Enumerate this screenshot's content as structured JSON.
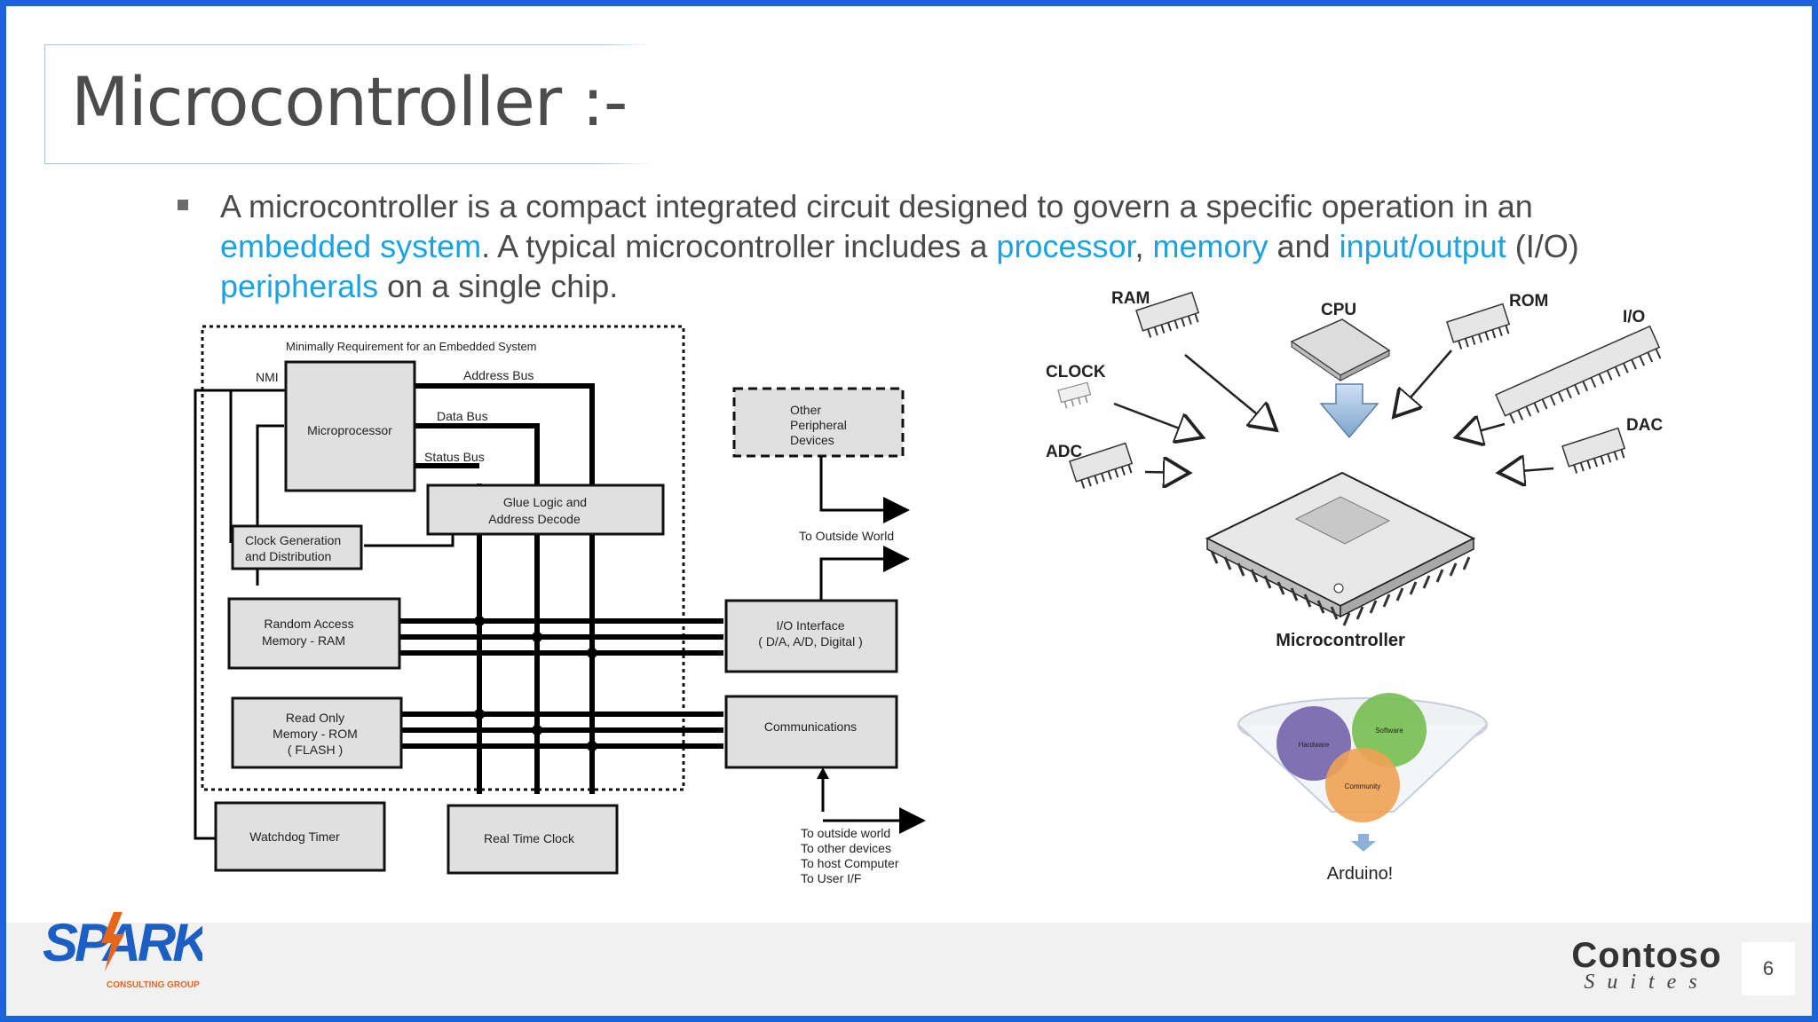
{
  "slide": {
    "title": "Microcontroller :-",
    "page_number": "6"
  },
  "bullet": {
    "t1": "A microcontroller is a compact integrated circuit designed to govern a specific operation in an ",
    "link_embedded": "embedded system",
    "t2": ". A typical microcontroller includes a ",
    "link_processor": "processor",
    "t3": ", ",
    "link_memory": "memory",
    "t4": " and ",
    "link_io": "input/output",
    "t5": " (I/O) ",
    "link_peripherals": "peripherals",
    "t6": " on a single chip."
  },
  "block_diagram": {
    "header": "Minimally Requirement for an Embedded System",
    "nmi": "NMI",
    "address_bus": "Address Bus",
    "data_bus": "Data Bus",
    "status_bus": "Status Bus",
    "microprocessor": "Microprocessor",
    "glue_logic": [
      "Glue Logic and",
      "Address Decode"
    ],
    "clock_gen": [
      "Clock Generation",
      "and Distribution"
    ],
    "ram": [
      "Random Access",
      "Memory - RAM"
    ],
    "rom": [
      "Read Only",
      "Memory - ROM",
      "( FLASH )"
    ],
    "watchdog": "Watchdog Timer",
    "rtc": "Real Time Clock",
    "other_peripheral": [
      "Other",
      "Peripheral",
      "Devices"
    ],
    "to_outside_world": "To Outside World",
    "io_interface": [
      "I/O Interface",
      "( D/A, A/D, Digital )"
    ],
    "communications": "Communications",
    "outside_list": [
      "To outside world",
      "To other devices",
      "To host Computer",
      "To User I/F"
    ]
  },
  "mcu_diagram": {
    "ram": "RAM",
    "cpu": "CPU",
    "rom": "ROM",
    "io": "I/O",
    "clock": "CLOCK",
    "adc": "ADC",
    "dac": "DAC",
    "microcontroller": "Microcontroller",
    "venn_hardware": "Hardware",
    "venn_software": "Software",
    "venn_community": "Community",
    "arduino": "Arduino!"
  },
  "branding": {
    "spark": "SPARK",
    "spark_sub": "CONSULTING GROUP",
    "contoso": "Contoso",
    "contoso_sub": "Suites"
  },
  "colors": {
    "frame": "#1a63d8",
    "link": "#1aa3e0",
    "spark_blue": "#1b5fc4",
    "spark_orange": "#e8661c"
  }
}
